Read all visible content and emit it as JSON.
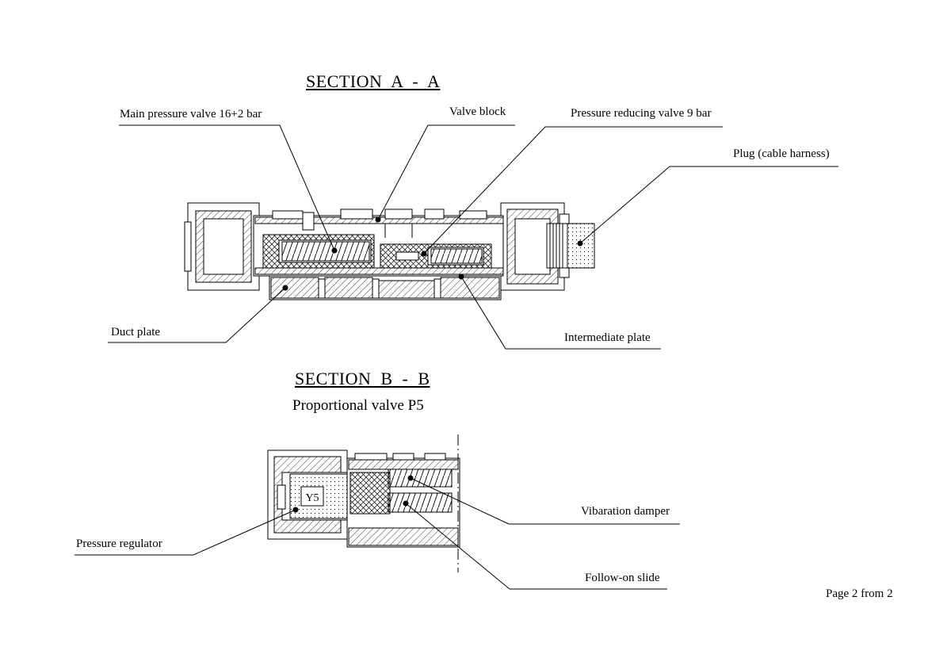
{
  "section_a": {
    "title": "SECTION  A  -  A",
    "labels": {
      "main_pressure_valve": "Main pressure valve 16+2 bar",
      "valve_block": "Valve block",
      "pressure_reducing_valve": "Pressure reducing valve 9 bar",
      "plug": "Plug (cable harness)",
      "duct_plate": "Duct plate",
      "intermediate_plate": "Intermediate plate"
    }
  },
  "section_b": {
    "title": "SECTION  B  -  B",
    "subtitle": "Proportional valve P5",
    "solenoid_tag": "Y5",
    "labels": {
      "vibration_damper": "Vibaration damper",
      "pressure_regulator": "Pressure regulator",
      "follow_on_slide": "Follow-on slide"
    }
  },
  "footer": {
    "page": "Page 2 from 2"
  }
}
